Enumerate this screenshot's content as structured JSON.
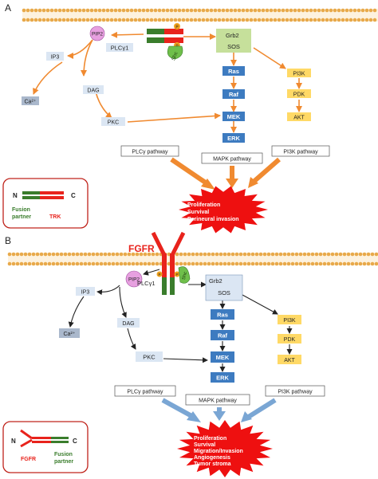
{
  "panel_a": {
    "label": "A",
    "molecules": {
      "pip2": "PIP2",
      "ip3": "IP3",
      "ca": "Ca²⁺",
      "plcg": "PLCγ1",
      "dag": "DAG",
      "pkc": "PKC",
      "shc": "Shc",
      "grb2": "Grb2",
      "sos": "SOS",
      "ras": "Ras",
      "raf": "Raf",
      "mek": "MEK",
      "erk": "ERK",
      "pi3k": "PI3K",
      "pdk": "PDK",
      "akt": "AKT",
      "phospho": "P"
    },
    "pathways": {
      "plcg": "PLCγ pathway",
      "mapk": "MAPK pathway",
      "pi3k": "PI3K pathway"
    },
    "outcomes": [
      "Proliferation",
      "Survival",
      "Perineural invasion"
    ],
    "legend": {
      "n": "N",
      "c": "C",
      "partner_line1": "Fusion",
      "partner_line2": "partner",
      "kinase": "TRK"
    }
  },
  "panel_b": {
    "label": "B",
    "receptor": "FGFR",
    "molecules": {
      "pip2": "PIP2",
      "ip3": "IP3",
      "ca": "Ca²⁺",
      "plcg": "PLCγ1",
      "dag": "DAG",
      "pkc": "PKC",
      "shc": "Shc",
      "grb2": "Grb2",
      "sos": "SOS",
      "ras": "Ras",
      "raf": "Raf",
      "mek": "MEK",
      "erk": "ERK",
      "pi3k": "PI3K",
      "pdk": "PDK",
      "akt": "AKT",
      "phospho": "P"
    },
    "pathways": {
      "plcg": "PLCγ pathway",
      "mapk": "MAPK pathway",
      "pi3k": "PI3K pathway"
    },
    "outcomes": [
      "Proliferation",
      "Survival",
      "Migration/Invasion",
      "Angiogenesis",
      "Tumor stroma"
    ],
    "legend": {
      "n": "N",
      "c": "C",
      "kinase": "FGFR",
      "partner_line1": "Fusion",
      "partner_line2": "partner"
    }
  },
  "colors": {
    "membrane": "#e8a94a",
    "orange_arrow": "#f08a30",
    "blue_arrow": "#7aa6d4",
    "black_arrow": "#222222",
    "box_light": "#dbe6f3",
    "box_gray": "#aab8cc",
    "box_blue": "#3d7bc0",
    "box_green": "#c6e09b",
    "box_yellow": "#ffd966",
    "pip2": "#e7a0e0",
    "trk_red": "#e8231c",
    "partner_green": "#3a7d2c",
    "starburst": "#ee1010",
    "legend_border": "#c0241c"
  }
}
